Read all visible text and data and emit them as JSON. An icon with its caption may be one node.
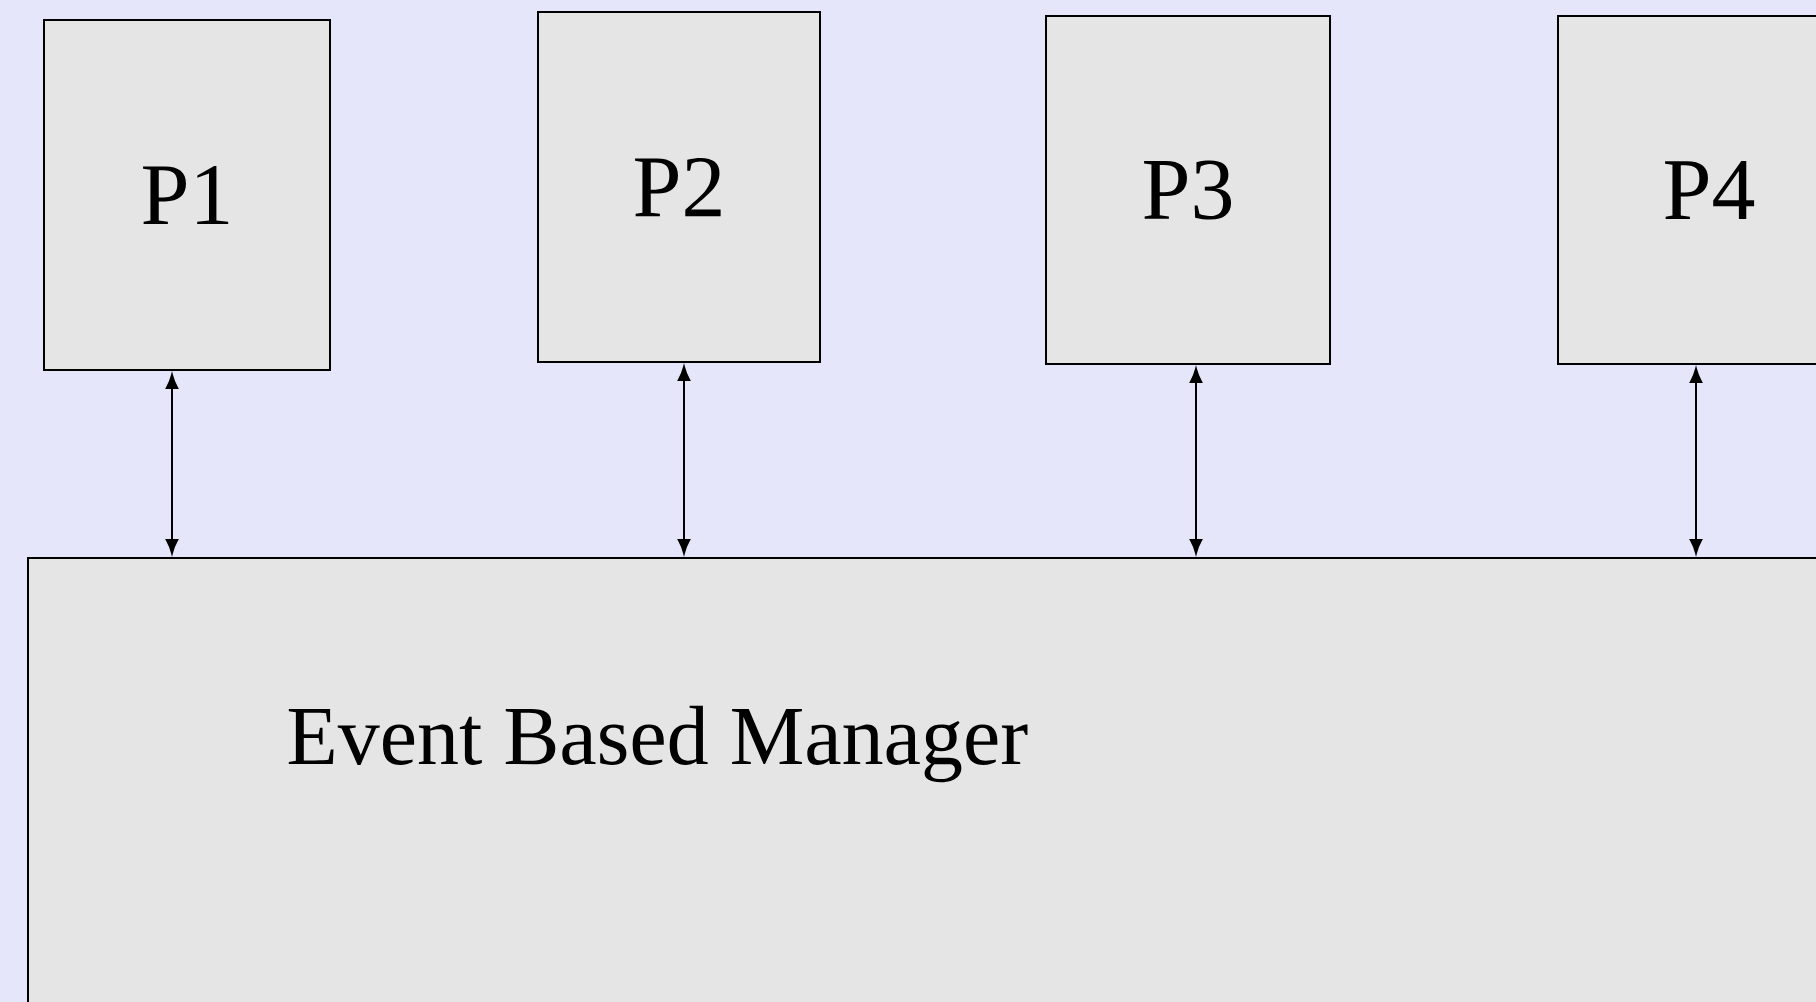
{
  "diagram": {
    "nodes": [
      {
        "text": [
          "P1"
        ]
      },
      {
        "text": [
          "P2"
        ]
      },
      {
        "text": [
          "P3"
        ]
      },
      {
        "text": [
          "P4"
        ]
      },
      {
        "text": [
          "Event Based Manager"
        ]
      }
    ],
    "edges": [
      {
        "from": 0,
        "to": 4,
        "arrow": "both"
      },
      {
        "from": 1,
        "to": 4,
        "arrow": "both"
      },
      {
        "from": 2,
        "to": 4,
        "arrow": "both"
      },
      {
        "from": 3,
        "to": 4,
        "arrow": "both"
      }
    ]
  }
}
